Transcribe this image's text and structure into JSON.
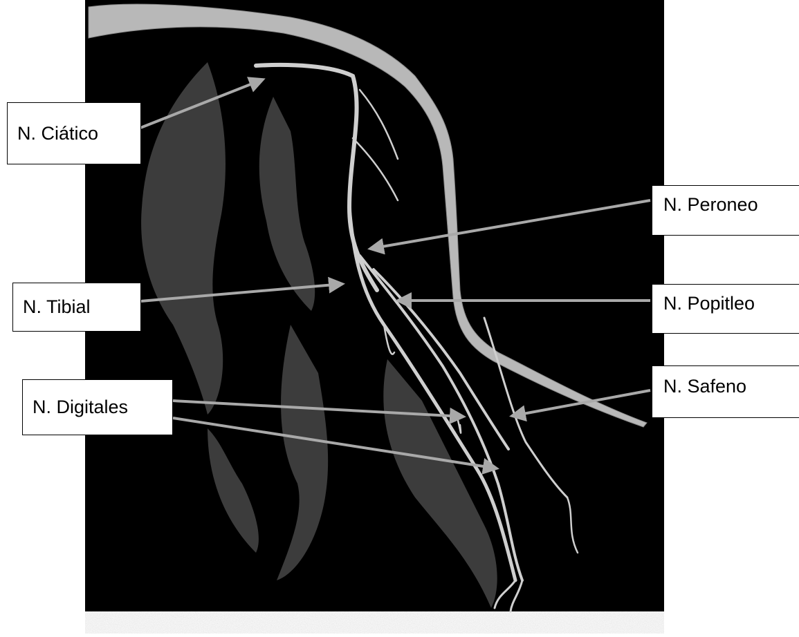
{
  "figure": {
    "labels": {
      "ciatico": "N. Ciático",
      "tibial": "N. Tibial",
      "digitales": "N. Digitales",
      "peroneo": "N. Peroneo",
      "popitleo": "N. Popitleo",
      "safeno": "N. Safeno"
    },
    "colors": {
      "background": "#000000",
      "nerve": "#cfcfcf",
      "arrow": "#a9a9a9",
      "bone": "#b8b8b8",
      "muscle": "#7a7a7a",
      "label_border": "#000000"
    }
  }
}
